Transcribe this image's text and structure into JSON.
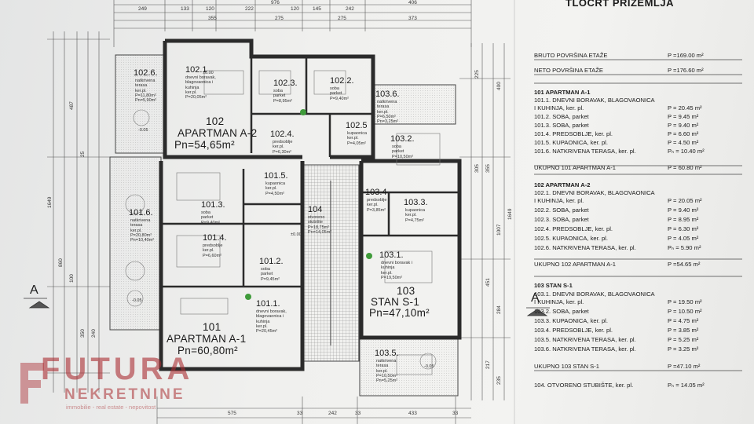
{
  "title": "TLOCRT PRIZEMLJA",
  "plan": {
    "apartment_101": {
      "name": "101",
      "title": "APARTMAN A-1",
      "area": "Pn=60,80m²"
    },
    "apartment_102": {
      "name": "102",
      "title": "APARTMAN A-2",
      "area": "Pn=54,65m²"
    },
    "stan_103": {
      "name": "103",
      "title": "STAN S-1",
      "area": "Pn=47,10m²"
    },
    "stair_104": {
      "code": "104",
      "desc": "otvoreno\nstubište\nP=18,75m²\nPn=14,05m²"
    },
    "rooms": [
      {
        "code": "102.1",
        "desc": "dnevni boravak,\nblagovaonica i\nkuhinja\nker.pl.\nP=20,05m²"
      },
      {
        "code": "102.2.",
        "desc": "soba\nparket\nP=9,40m²"
      },
      {
        "code": "102.3.",
        "desc": "soba\nparket\nP=8,95m²"
      },
      {
        "code": "102.4.",
        "desc": "predsoblje\nker.pl.\nP=6,30m²"
      },
      {
        "code": "102.5",
        "desc": "kupaonica\nker.pl.\nP=4,05m²"
      },
      {
        "code": "102.6.",
        "desc": "natkrivena\nterasa\nker.pl.\nP=11,80m²\nPn=5,90m²"
      },
      {
        "code": "101.1.",
        "desc": "dnevni boravak,\nblagovaonica i\nkuhinja\nker.pl.\nP=20,45m²"
      },
      {
        "code": "101.2.",
        "desc": "soba\nparket\nP=9,45m²"
      },
      {
        "code": "101.3.",
        "desc": "soba\nparket\nP=9,40m²"
      },
      {
        "code": "101.4.",
        "desc": "predsoblje\nker.pl.\nP=6,60m²"
      },
      {
        "code": "101.5.",
        "desc": "kupaonica\nker.pl.\nP=4,50m²"
      },
      {
        "code": "101.6.",
        "desc": "natkrivena\nterasa\nker.pl.\nP=20,80m²\nPn=10,40m²"
      },
      {
        "code": "103.1.",
        "desc": "dnevni boravak i\nkuhinja\nker.pl.\nP=19,50m²"
      },
      {
        "code": "103.2.",
        "desc": "soba\nparket\nP=10,50m²"
      },
      {
        "code": "103.3.",
        "desc": "kupaonica\nker.pl.\nP=4,75m²"
      },
      {
        "code": "103.4",
        "desc": "predsoblje\nker.pl.\nP=3,85m²"
      },
      {
        "code": "103.5.",
        "desc": "natkrivena\nterasa\nker.pl.\nP=10,50m²\nPn=5,25m²"
      },
      {
        "code": "103.6.",
        "desc": "natkrivena\nterasa\nker.pl.\nP=6,50m²\nPn=3,25m²"
      }
    ],
    "section_marker": "A",
    "level_marks": [
      "±0.00",
      "-0.05"
    ],
    "dims_top": [
      "249",
      "133",
      "120",
      "222",
      "120",
      "145",
      "242",
      "976",
      "406",
      "373",
      "355",
      "275",
      "275"
    ],
    "dims_bottom": [
      "575",
      "33",
      "242",
      "33",
      "433",
      "33"
    ],
    "dims_left": [
      "487",
      "1649",
      "860",
      "25",
      "100",
      "350",
      "240"
    ],
    "dims_right": [
      "225",
      "400",
      "305",
      "355",
      "1007",
      "451",
      "284",
      "1649",
      "217",
      "235"
    ]
  },
  "legend": {
    "bruto_label": "BRUTO POVRŠINA ETAŽE",
    "bruto_value": "P =169.00 m²",
    "neto_label": "NETO POVRŠINA ETAŽE",
    "neto_value": "P =176.60 m²",
    "groups": [
      {
        "header": "101 APARTMAN A-1",
        "rows": [
          {
            "name": "101.1. DNEVNI BORAVAK, BLAGOVAONICA",
            "value": ""
          },
          {
            "name": "          I KUHINJA, ker. pl.",
            "value": "P = 20.45  m²"
          },
          {
            "name": "101.2. SOBA, parket",
            "value": "P = 9.45  m²"
          },
          {
            "name": "101.3. SOBA, parket",
            "value": "P = 9.40  m²"
          },
          {
            "name": "101.4. PREDSOBLJE, ker. pl.",
            "value": "P = 6.60  m²"
          },
          {
            "name": "101.5. KUPAONICA, ker. pl.",
            "value": "P = 4.50  m²"
          },
          {
            "name": "101.6. NATKRIVENA TERASA, ker. pl.",
            "value": "Pₙ = 10.40  m²"
          }
        ],
        "total_name": "UKUPNO 101 APARTMAN A-1",
        "total_value": "P = 60.80 m²"
      },
      {
        "header": "102 APARTMAN A-2",
        "rows": [
          {
            "name": "102.1. DNEVNI BORAVAK, BLAGOVAONICA",
            "value": ""
          },
          {
            "name": "          I KUHINJA, ker. pl.",
            "value": "P = 20.05  m²"
          },
          {
            "name": "102.2. SOBA, parket",
            "value": "P = 9.40  m²"
          },
          {
            "name": "102.3. SOBA, parket",
            "value": "P = 8.95  m²"
          },
          {
            "name": "102.4. PREDSOBLJE, ker. pl.",
            "value": "P = 6.30  m²"
          },
          {
            "name": "102.5. KUPAONICA, ker. pl.",
            "value": "P = 4.05  m²"
          },
          {
            "name": "102.6. NATKRIVENA TERASA, ker. pl.",
            "value": "Pₙ = 5.90  m²"
          }
        ],
        "total_name": "UKUPNO 102 APARTMAN A-1",
        "total_value": "P =54.65 m²"
      },
      {
        "header": "103 STAN S-1",
        "rows": [
          {
            "name": "103.1. DNEVNI BORAVAK, BLAGOVAONICA",
            "value": ""
          },
          {
            "name": "          I KUHINJA, ker. pl.",
            "value": "P = 19.50  m²"
          },
          {
            "name": "103.2. SOBA, parket",
            "value": "P = 10.50  m²"
          },
          {
            "name": "103.3. KUPAONICA, ker. pl.",
            "value": "P = 4.75  m²"
          },
          {
            "name": "103.4. PREDSOBLJE, ker. pl.",
            "value": "P = 3.85  m²"
          },
          {
            "name": "103.5. NATKRIVENA TERASA, ker. pl.",
            "value": "P = 5.25  m²"
          },
          {
            "name": "103.6. NATKRIVENA TERASA, ker. pl.",
            "value": "P = 3.25  m²"
          }
        ],
        "total_name": "UKUPNO 103 STAN S-1",
        "total_value": "P =47.10 m²"
      }
    ],
    "stair_name": "104. OTVORENO STUBIŠTE, ker. pl.",
    "stair_value": "Pₙ = 14.05 m²"
  },
  "watermark": {
    "main": "FUTURA",
    "sub": "NEKRETNINE",
    "tagline": "immobilie - real estate - nepovitost"
  },
  "colors": {
    "wall": "#2b2b2b",
    "line": "#555555",
    "watermark": "#a83036",
    "paper": "#f2f2f0",
    "tree": "#3f9b3a"
  }
}
